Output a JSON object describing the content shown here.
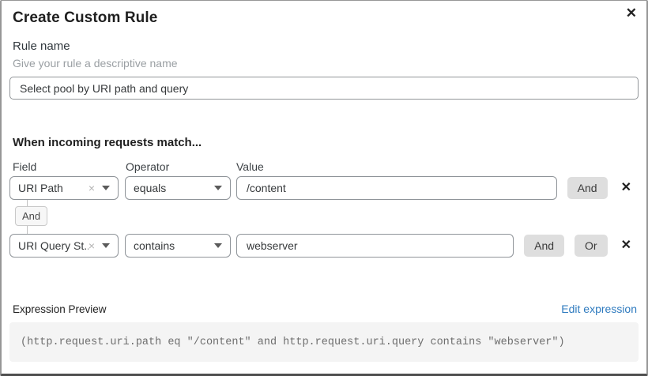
{
  "dialog": {
    "title": "Create Custom Rule"
  },
  "icons": {
    "close": "✕",
    "clear": "×",
    "delete": "✕"
  },
  "rule_name": {
    "label": "Rule name",
    "helper": "Give your rule a descriptive name",
    "value": "Select pool by URI path and query"
  },
  "match_section": {
    "heading": "When incoming requests match...",
    "columns": {
      "field": "Field",
      "operator": "Operator",
      "value": "Value"
    },
    "connector_label": "And",
    "rows": [
      {
        "field": "URI Path",
        "operator": "equals",
        "value": "/content",
        "buttons": [
          "And"
        ]
      },
      {
        "field": "URI Query St...",
        "operator": "contains",
        "value": "webserver",
        "buttons": [
          "And",
          "Or"
        ]
      }
    ]
  },
  "expression": {
    "label": "Expression Preview",
    "edit_link": "Edit expression",
    "code": "(http.request.uri.path eq \"/content\" and http.request.uri.query contains \"webserver\")"
  },
  "colors": {
    "link_blue": "#2f7bbf",
    "button_gray": "#dedede",
    "code_bg": "#f4f4f4"
  }
}
